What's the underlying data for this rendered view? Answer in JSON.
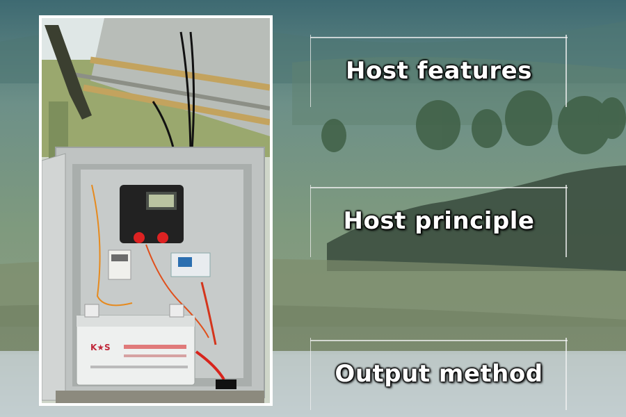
{
  "menu": {
    "items": [
      {
        "label": "Host features"
      },
      {
        "label": "Host principle"
      },
      {
        "label": "Output method"
      }
    ]
  },
  "battery": {
    "brand": "K★S"
  },
  "colors": {
    "line": "#f2f2f2",
    "text": "#ffffff",
    "frame": "#ffffff"
  }
}
